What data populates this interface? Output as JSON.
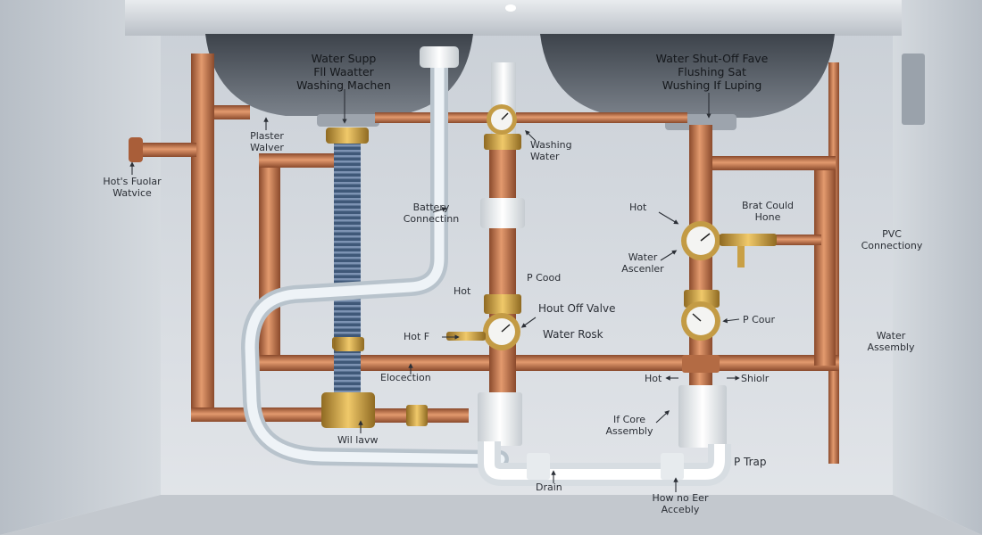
{
  "labels": {
    "top_left_line1": "Water Supp",
    "top_left_line2": "Fll Waatter",
    "top_left_line3": "Washing Machen",
    "top_right_line1": "Water Shut-Off Fave",
    "top_right_line2": "Flushing Sat",
    "top_right_line3": "Wushing If Luping",
    "plaster_valve_1": "Plaster",
    "plaster_valve_2": "Walver",
    "hot_fuolar_1": "Hot's Fuolar",
    "hot_fuolar_2": "Watvice",
    "washing_water_1": "Washing",
    "washing_water_2": "Water",
    "battery_conn_1": "Battery",
    "battery_conn_2": "Connectinn",
    "hot_right": "Hot",
    "brat_could_1": "Brat Could",
    "brat_could_2": "Hone",
    "pvc_conn_1": "PVC",
    "pvc_conn_2": "Connectiony",
    "water_ascenler_1": "Water",
    "water_ascenler_2": "Ascenler",
    "pf_cood": "P Cood",
    "hot_small": "Hot",
    "hout_off_valve": "Hout Off Valve",
    "hot_f": "Hot F",
    "water_rosk": "Water Rosk",
    "pf_cour": "P Cour",
    "water_assembly_1": "Water",
    "water_assembly_2": "Assembly",
    "elocection": "Elocection",
    "hot_lower": "Hot",
    "shiolr": "Shiolr",
    "if_core_1": "If Core",
    "if_core_2": "Assembly",
    "wil_lavw": "Wil lavw",
    "p_trap": "P Trap",
    "drain": "Drain",
    "how_no_1": "How no Eer",
    "how_no_2": "Accebly"
  },
  "colors": {
    "copper": "#c4744a",
    "copper_dark": "#8a4a2c",
    "brass": "#c9a046",
    "pvc": "#f2f4f5",
    "hose_blue": "#4f6a8f",
    "hose_white": "#dfe7ee",
    "wall": "#d3d8de",
    "cabinet_side": "#bfc5cc"
  }
}
